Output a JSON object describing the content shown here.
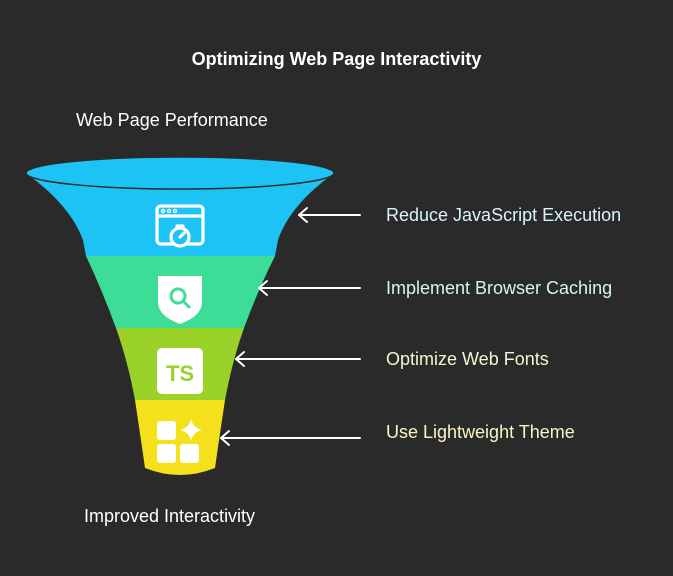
{
  "title": "Optimizing Web Page Interactivity",
  "top_label": "Web Page Performance",
  "bottom_label": "Improved Interactivity",
  "stages": [
    {
      "label": "Reduce JavaScript Execution",
      "icon": "browser-timer-icon",
      "color": "#1ec3f5",
      "label_color": "#d9f3ff"
    },
    {
      "label": "Implement Browser Caching",
      "icon": "search-shield-icon",
      "color": "#3ddc97",
      "label_color": "#d6f7e6"
    },
    {
      "label": "Optimize Web Fonts",
      "icon": "typescript-icon",
      "color": "#9bd22a",
      "label_color": "#f0f6d2"
    },
    {
      "label": "Use Lightweight Theme",
      "icon": "blocks-sparkle-icon",
      "color": "#f5e01c",
      "label_color": "#fbf4c9"
    }
  ],
  "icon_texts": {
    "typescript": "TS"
  }
}
